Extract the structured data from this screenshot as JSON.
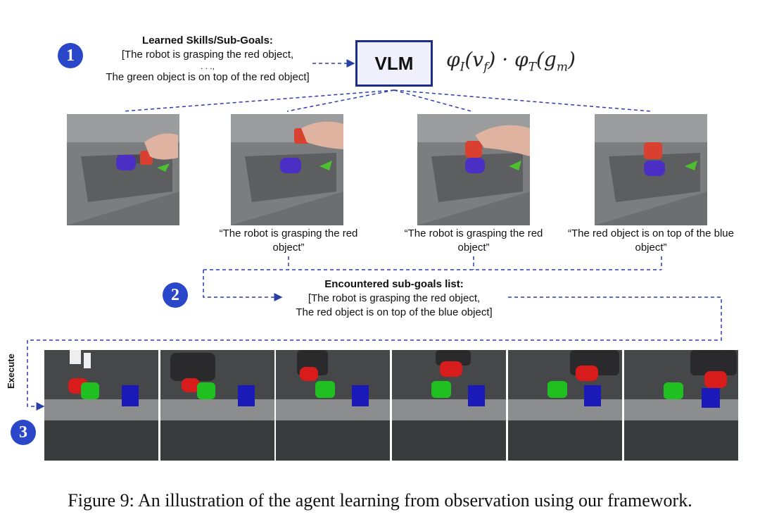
{
  "steps": [
    "1",
    "2",
    "3"
  ],
  "learned": {
    "title": "Learned Skills/Sub-Goals:",
    "line1": "[The robot is grasping the red object,",
    "ellipsis": ". . .,",
    "line3": "The green object is on top of the red object]"
  },
  "vlm": {
    "label": "VLM",
    "formula": {
      "phi": "φ",
      "sub_i": "I",
      "arg_i": "v",
      "arg_i_sub": "f",
      "dot": "·",
      "sub_t": "T",
      "arg_t": "g",
      "arg_t_sub": "m"
    }
  },
  "observations": [
    {
      "caption": ""
    },
    {
      "caption": "“The robot is grasping the red object”"
    },
    {
      "caption": "“The robot is grasping the red object”"
    },
    {
      "caption": "“The red object is on top of the blue object”"
    }
  ],
  "encountered": {
    "title": "Encountered sub-goals list:",
    "line1": "[The robot is grasping the red object,",
    "line2": "The red object is on top of the blue object]"
  },
  "execute_label": "Execute",
  "figure_caption": "Figure 9: An illustration of the agent learning from observation using our framework.",
  "colors": {
    "badge": "#2a47c9",
    "dashed_line": "#2a3fa8",
    "vlm_border": "#1c2e8c"
  }
}
